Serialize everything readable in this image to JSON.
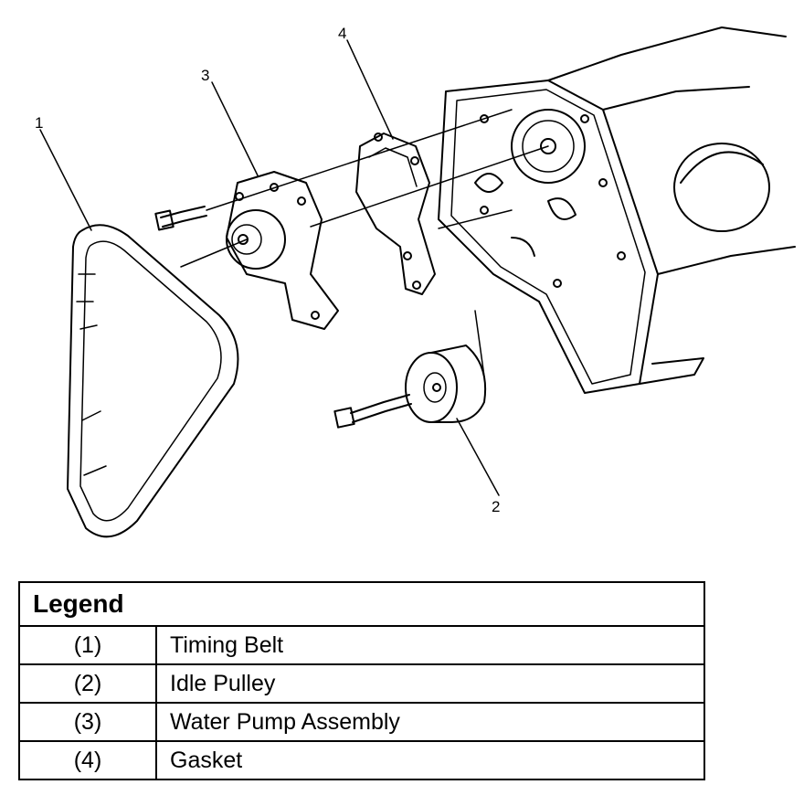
{
  "callouts": {
    "c1": "1",
    "c2": "2",
    "c3": "3",
    "c4": "4"
  },
  "legend": {
    "title": "Legend",
    "rows": [
      {
        "num": "(1)",
        "label": "Timing Belt"
      },
      {
        "num": "(2)",
        "label": "Idle Pulley"
      },
      {
        "num": "(3)",
        "label": "Water Pump Assembly"
      },
      {
        "num": "(4)",
        "label": "Gasket"
      }
    ]
  }
}
